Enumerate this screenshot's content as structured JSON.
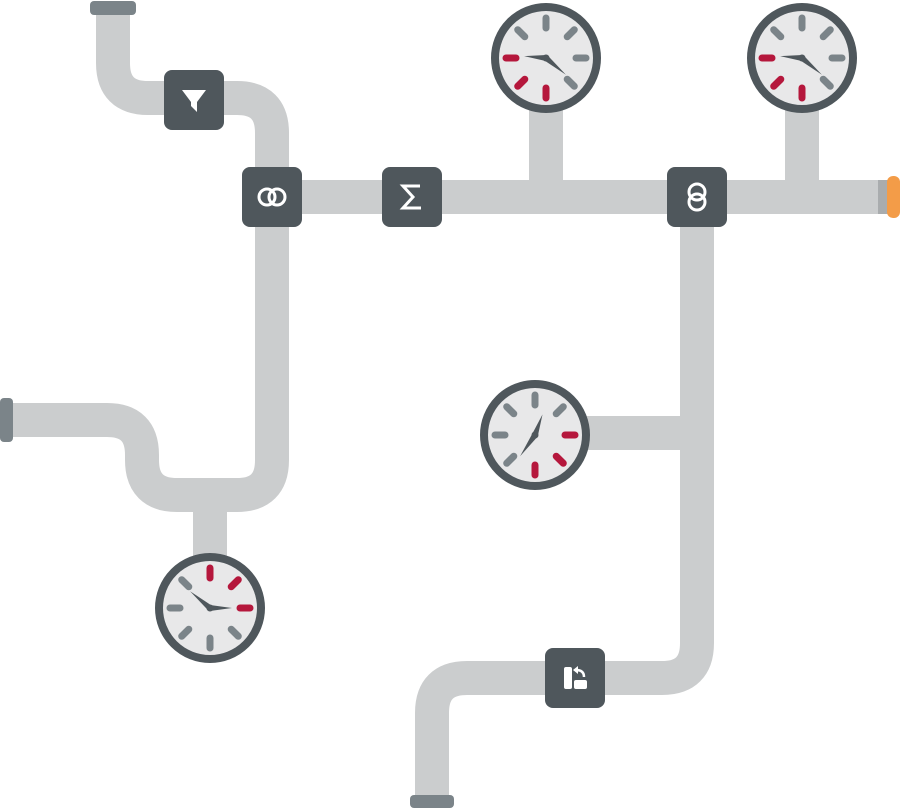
{
  "colors": {
    "pipe": "#cbcdce",
    "pipe_shade": "#d6d8d9",
    "node": "#4f575c",
    "node_icon": "#ffffff",
    "gauge_ring": "#4f575c",
    "gauge_face": "#e8e8e9",
    "tick_normal": "#7b8489",
    "tick_alert": "#b5173c",
    "cap": "#7b8489",
    "outlet_cap": "#f39c48"
  },
  "nodes": [
    {
      "id": "filter",
      "icon": "funnel-icon"
    },
    {
      "id": "join",
      "icon": "venn-intersect-icon"
    },
    {
      "id": "aggregate",
      "icon": "sigma-icon"
    },
    {
      "id": "union",
      "icon": "stacked-rings-icon"
    },
    {
      "id": "transform",
      "icon": "rotate-layout-icon"
    }
  ],
  "gauges": [
    {
      "id": "gauge-top-1",
      "alert_ticks": [
        5,
        6,
        4
      ],
      "hand_angles": [
        275,
        130
      ]
    },
    {
      "id": "gauge-top-2",
      "alert_ticks": [
        5,
        6,
        4
      ],
      "hand_angles": [
        275,
        130
      ]
    },
    {
      "id": "gauge-middle",
      "alert_ticks": [
        2,
        3,
        4
      ],
      "hand_angles": [
        20,
        215
      ]
    },
    {
      "id": "gauge-bottom",
      "alert_ticks": [
        0,
        1,
        2
      ],
      "hand_angles": [
        90,
        310
      ]
    }
  ]
}
